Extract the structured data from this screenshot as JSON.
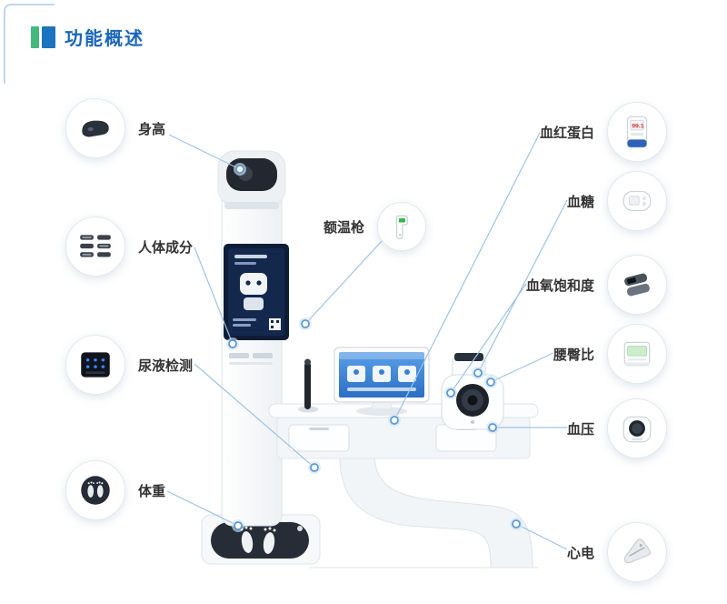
{
  "header": {
    "title": "功能概述"
  },
  "features": {
    "left": [
      {
        "label": "身高",
        "icon": "height-sensor-icon"
      },
      {
        "label": "人体成分",
        "icon": "body-composition-icon"
      },
      {
        "label": "尿液检测",
        "icon": "urine-analyzer-icon"
      },
      {
        "label": "体重",
        "icon": "weight-scale-icon"
      }
    ],
    "middle": [
      {
        "label": "额温枪",
        "icon": "forehead-thermometer-icon"
      }
    ],
    "right": [
      {
        "label": "血红蛋白",
        "icon": "hemoglobin-meter-icon",
        "reading": "99.1"
      },
      {
        "label": "血糖",
        "icon": "glucose-meter-icon"
      },
      {
        "label": "血氧饱和度",
        "icon": "pulse-oximeter-icon"
      },
      {
        "label": "腰臀比",
        "icon": "waist-hip-meter-icon"
      },
      {
        "label": "血压",
        "icon": "blood-pressure-monitor-icon"
      },
      {
        "label": "心电",
        "icon": "ecg-monitor-icon"
      }
    ]
  },
  "colors": {
    "title_blue": "#1966b8",
    "accent_green": "#43b97f",
    "accent_blue": "#1e73be",
    "connector_blue": "#5d9bd3",
    "label_text": "#333333"
  }
}
